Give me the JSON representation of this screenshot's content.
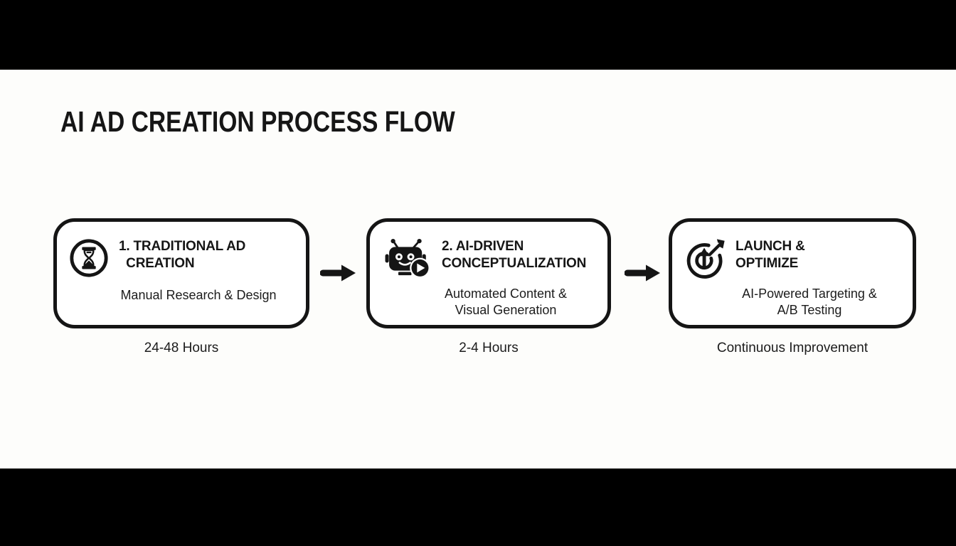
{
  "title": "AI AD CREATION PROCESS FLOW",
  "steps": [
    {
      "icon": "hourglass-icon",
      "heading": "1. TRADITIONAL AD\n  CREATION",
      "subtitle": "Manual Research & Design",
      "duration": "24-48 Hours"
    },
    {
      "icon": "robot-icon",
      "heading": "2. AI-DRIVEN\nCONCEPTUALIZATION",
      "subtitle": "Automated Content &\nVisual Generation",
      "duration": "2-4 Hours"
    },
    {
      "icon": "target-arrow-icon",
      "heading": "LAUNCH &\nOPTIMIZE",
      "subtitle": "AI-Powered Targeting &\nA/B Testing",
      "duration": "Continuous Improvement"
    }
  ],
  "connector": "right-arrow",
  "colors": {
    "letterbox": "#000000",
    "canvas": "#fdfdfb",
    "ink": "#151515",
    "box_fill": "#ffffff"
  }
}
